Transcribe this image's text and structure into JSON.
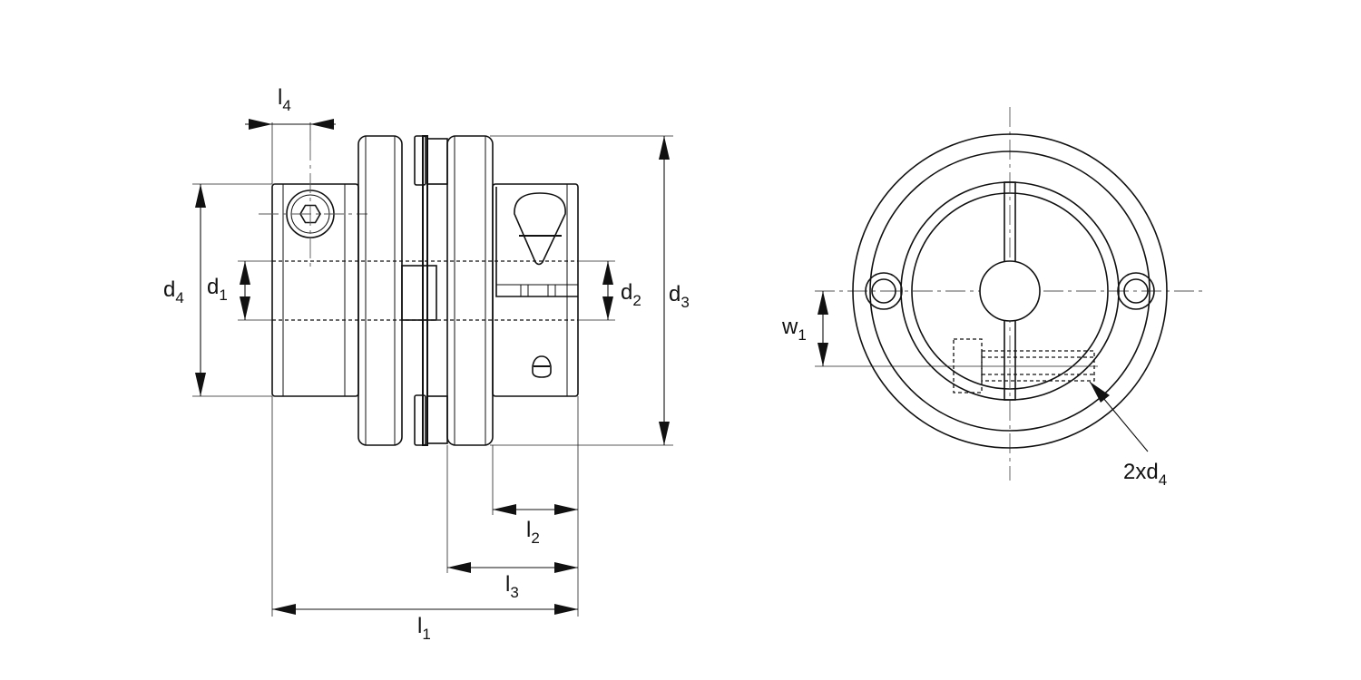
{
  "labels": {
    "l4": {
      "main": "l",
      "sub": "4"
    },
    "d4": {
      "main": "d",
      "sub": "4"
    },
    "d1": {
      "main": "d",
      "sub": "1"
    },
    "d2": {
      "main": "d",
      "sub": "2"
    },
    "d3": {
      "main": "d",
      "sub": "3"
    },
    "l2": {
      "main": "l",
      "sub": "2"
    },
    "l3": {
      "main": "l",
      "sub": "3"
    },
    "l1": {
      "main": "l",
      "sub": "1"
    },
    "w1": {
      "main": "w",
      "sub": "1"
    },
    "xd4": {
      "main": "2xd",
      "sub": "4"
    }
  },
  "colors": {
    "line": "#111111",
    "background": "#ffffff"
  }
}
